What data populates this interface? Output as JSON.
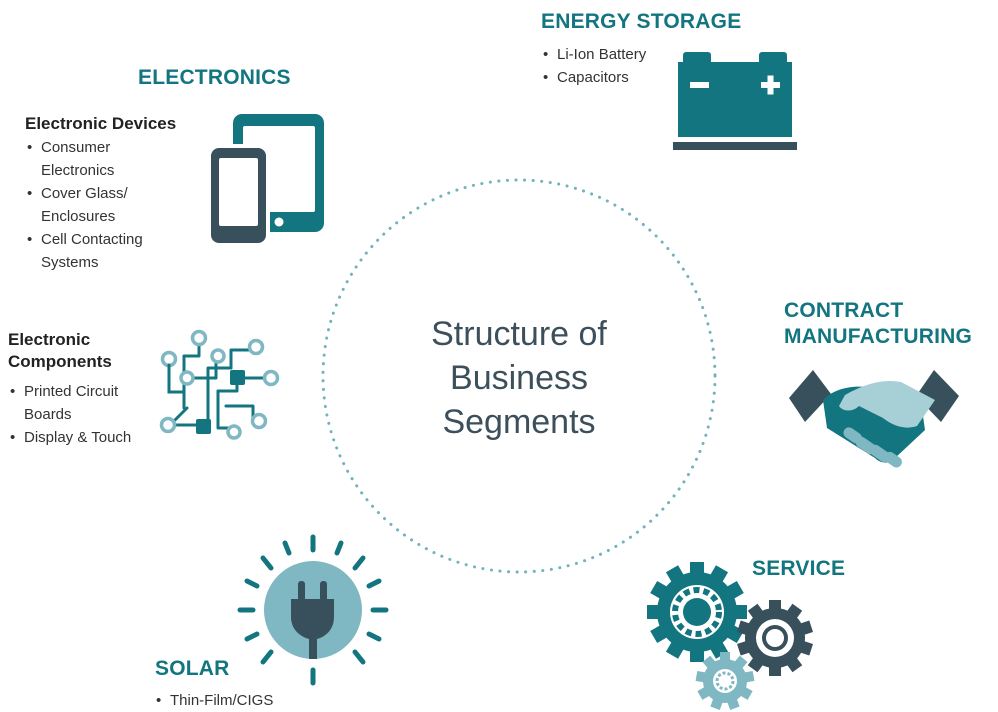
{
  "center": {
    "lines": [
      "Structure of",
      "Business",
      "Segments"
    ]
  },
  "electronics": {
    "title": "ELECTRONICS",
    "devices": {
      "title": "Electronic Devices",
      "items": [
        "Consumer Electronics",
        "Cover Glass/ Enclosures",
        "Cell Contacting Systems"
      ]
    },
    "components": {
      "title_lines": [
        "Electronic",
        "Components"
      ],
      "items": [
        "Printed Circuit Boards",
        "Display & Touch"
      ]
    }
  },
  "energy_storage": {
    "title": "ENERGY STORAGE",
    "items": [
      "Li-Ion Battery",
      "Capacitors"
    ]
  },
  "contract_manufacturing": {
    "title_lines": [
      "CONTRACT",
      "MANUFACTURING"
    ]
  },
  "service": {
    "title": "SERVICE"
  },
  "solar": {
    "title": "SOLAR",
    "items": [
      "Thin-Film/CIGS"
    ]
  },
  "icons": {
    "tablet_phone": "tablet-phone-icon",
    "circuit": "circuit-board-icon",
    "battery": "battery-icon",
    "handshake": "handshake-icon",
    "gears": "gears-icon",
    "sun_plug": "sun-plug-icon"
  },
  "colors": {
    "teal": "#137580",
    "dark_slate": "#37505c",
    "light_teal": "#7fb7c2",
    "pale_teal": "#a7cfd6",
    "circle_dots": "#6fb3bd"
  }
}
